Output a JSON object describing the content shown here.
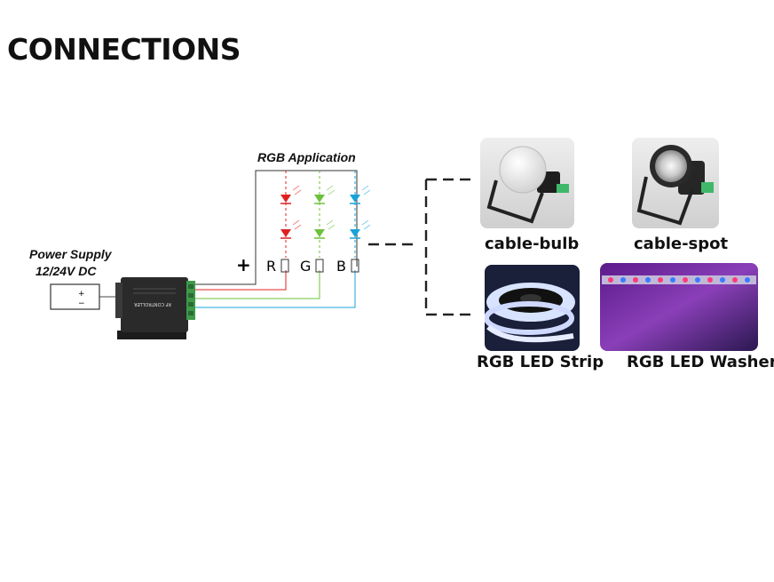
{
  "title": "CONNECTIONS",
  "power_supply": {
    "line1": "Power Supply",
    "line2": "12/24V DC",
    "plus": "+",
    "minus": "−"
  },
  "controller": {
    "label": "RF CONTROLLER"
  },
  "rgb_app": {
    "title": "RGB Application",
    "plus": "+",
    "r": "R",
    "g": "G",
    "b": "B"
  },
  "products": {
    "cable_bulb": "cable-bulb",
    "cable_spot": "cable-spot",
    "strip": "RGB LED Strip",
    "washer": "RGB LED Washer"
  },
  "colors": {
    "red": "#e02020",
    "green": "#6cc23a",
    "blue": "#19a3d8",
    "wire": "#333333"
  }
}
